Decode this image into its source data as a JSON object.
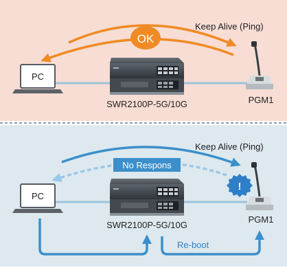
{
  "colors": {
    "top_panel_bg": "#f7ddd4",
    "bottom_panel_bg": "#dde9ee",
    "divider": "#8d9aa3",
    "ok_orange": "#f08a24",
    "fail_blue": "#3b8fcb",
    "fail_blue_light": "#9ac8e8",
    "cable": "#9cc4dc",
    "alert_blue": "#2e7fc5",
    "alert_fill": "#ffffff",
    "switch_dark": "#3b4047",
    "switch_gray": "#8a9097"
  },
  "top": {
    "status_badge": "OK",
    "ping_label": "Keep Alive (Ping)",
    "pc_label": "PC",
    "switch_label": "SWR2100P-5G/10G",
    "mic_label": "PGM1"
  },
  "bottom": {
    "ping_label": "Keep Alive (Ping)",
    "no_response_label": "No Respons",
    "alert_symbol": "!",
    "pc_label": "PC",
    "switch_label": "SWR2100P-5G/10G",
    "mic_label": "PGM1",
    "reboot_label": "Re-boot"
  },
  "icons": {
    "laptop": "laptop-icon",
    "switch": "network-switch-icon",
    "microphone": "paging-microphone-icon",
    "alert": "alert-icon"
  }
}
